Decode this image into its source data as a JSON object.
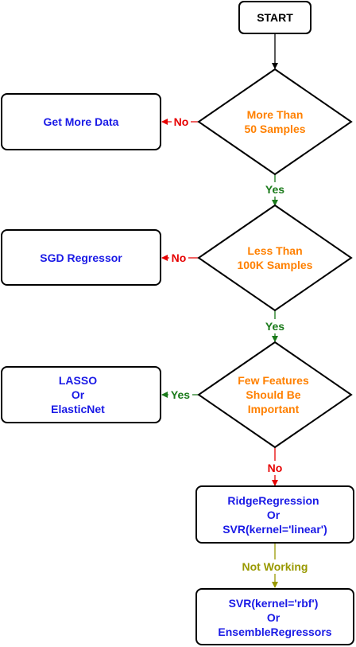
{
  "colors": {
    "process_text": "#1a1ae6",
    "decision_text": "#ff8000",
    "yes": "#1a7a1a",
    "no": "#e60000",
    "not_working": "#999900",
    "stroke": "#000000"
  },
  "nodes": {
    "start": {
      "label": "START"
    },
    "decision_samples": {
      "line1": "More Than",
      "line2": "50 Samples"
    },
    "get_more_data": {
      "label": "Get More Data"
    },
    "decision_100k": {
      "line1": "Less Than",
      "line2": "100K Samples"
    },
    "sgd": {
      "label": "SGD Regressor"
    },
    "decision_features": {
      "line1": "Few Features",
      "line2": "Should Be",
      "line3": "Important"
    },
    "lasso": {
      "line1": "LASSO",
      "line2": "Or",
      "line3": "ElasticNet"
    },
    "ridge": {
      "line1": "RidgeRegression",
      "line2": "Or",
      "line3": "SVR(kernel='linear')"
    },
    "svr_rbf": {
      "line1": "SVR(kernel='rbf')",
      "line2": "Or",
      "line3": "EnsembleRegressors"
    }
  },
  "edges": {
    "no1": "No",
    "yes1": "Yes",
    "no2": "No",
    "yes2": "Yes",
    "yes3": "Yes",
    "no3": "No",
    "not_working": "Not Working"
  }
}
